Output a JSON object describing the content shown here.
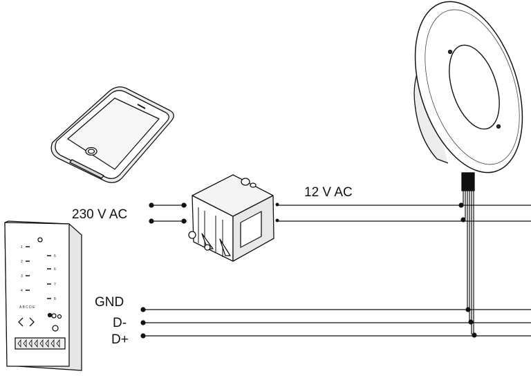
{
  "labels": {
    "ac_in": "230 V AC",
    "ac_out": "12 V AC",
    "gnd": "GND",
    "d_minus": "D-",
    "d_plus": "D+"
  },
  "panel": {
    "left_numbers": [
      "1",
      "2",
      "3",
      "4"
    ],
    "right_numbers": [
      "5",
      "6",
      "7",
      "8"
    ],
    "letters": "A B C D E",
    "arrow_left": "<",
    "arrow_right": ">"
  },
  "colors": {
    "line": "#111111",
    "paper": "#ffffff"
  }
}
